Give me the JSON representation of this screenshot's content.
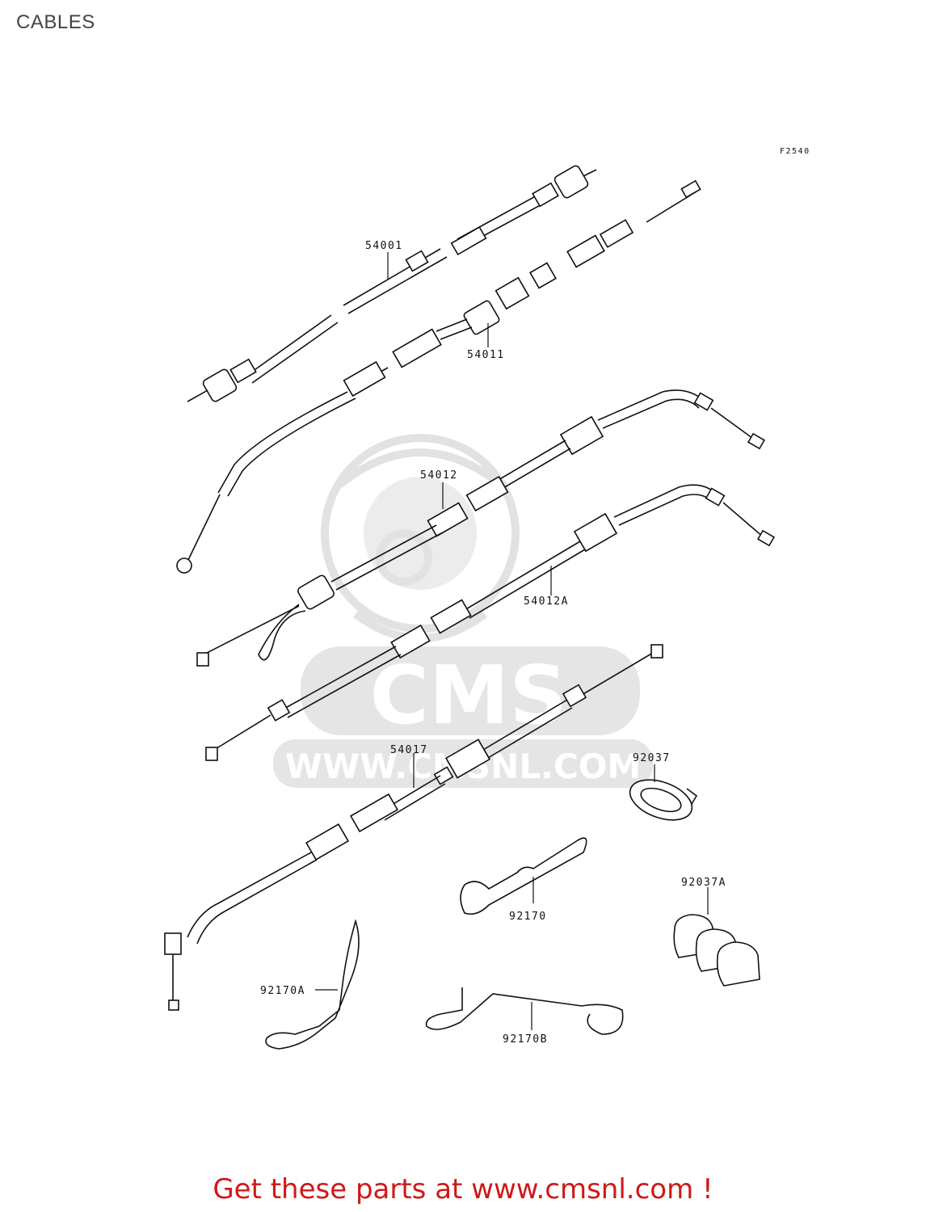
{
  "page": {
    "title": "CABLES"
  },
  "diagram": {
    "figure_ref": "F2540",
    "parts": [
      {
        "id": "speedo-cable",
        "number": "54001"
      },
      {
        "id": "clutch-cable",
        "number": "54011"
      },
      {
        "id": "throttle-cable-open",
        "number": "54012"
      },
      {
        "id": "throttle-cable-close",
        "number": "54012A"
      },
      {
        "id": "choke-cable",
        "number": "54017"
      },
      {
        "id": "cable-guide",
        "number": "92037"
      },
      {
        "id": "cable-clamp-triple",
        "number": "92037A"
      },
      {
        "id": "clamp-bent",
        "number": "92170"
      },
      {
        "id": "clamp-long",
        "number": "92170A"
      },
      {
        "id": "clamp-wire",
        "number": "92170B"
      }
    ]
  },
  "watermark": {
    "brand": "CMS",
    "site": "WWW.CMSNL.COM"
  },
  "footer": {
    "cta": "Get these parts at www.cmsnl.com !",
    "cta_color": "#d01818"
  }
}
